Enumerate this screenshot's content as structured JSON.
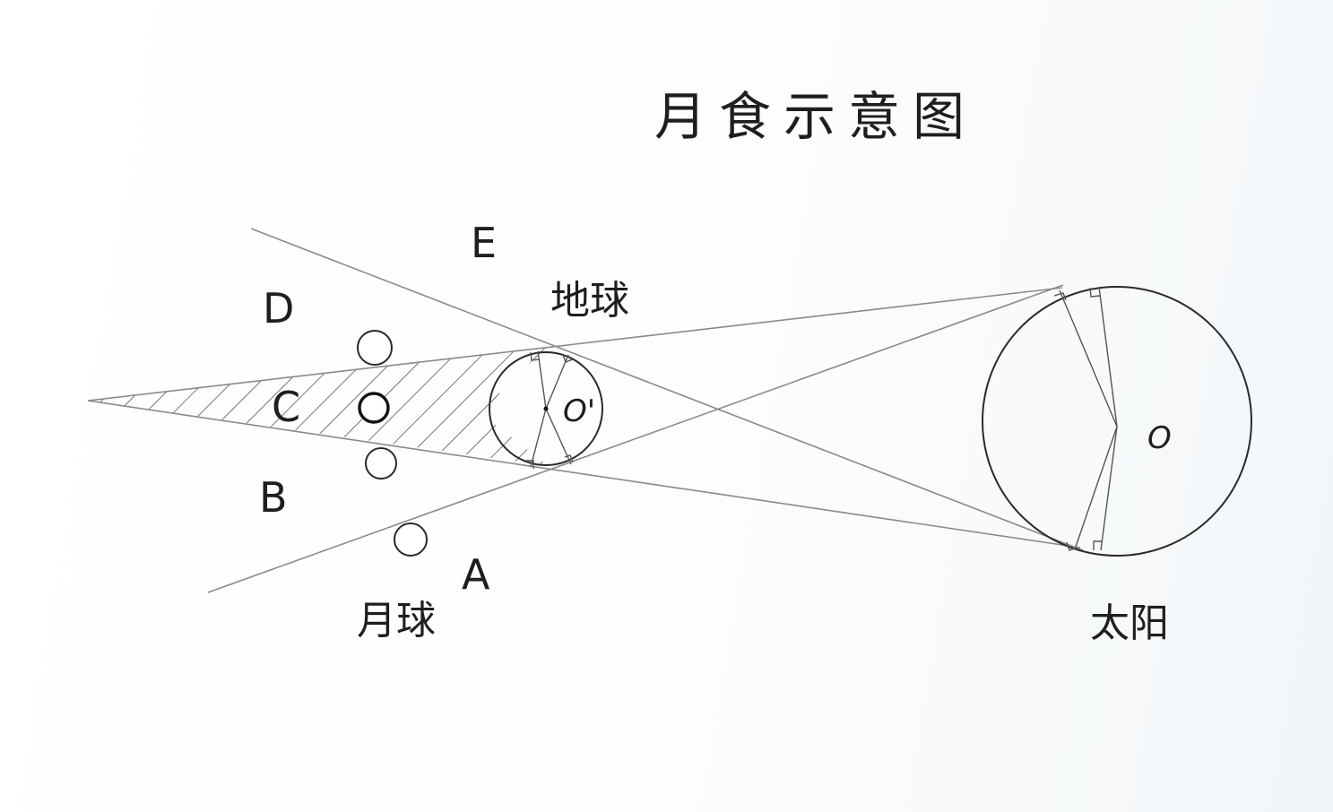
{
  "title": "月食示意图",
  "position_labels": {
    "A": "A",
    "B": "B",
    "C": "C",
    "D": "D",
    "E": "E"
  },
  "bodies": {
    "earth": "地球",
    "moon": "月球",
    "sun": "太阳"
  },
  "centers": {
    "earth_center": "O'",
    "sun_center": "O"
  },
  "colors": {
    "ink": "#2a2a2a",
    "ray": "#8a8a8a"
  }
}
